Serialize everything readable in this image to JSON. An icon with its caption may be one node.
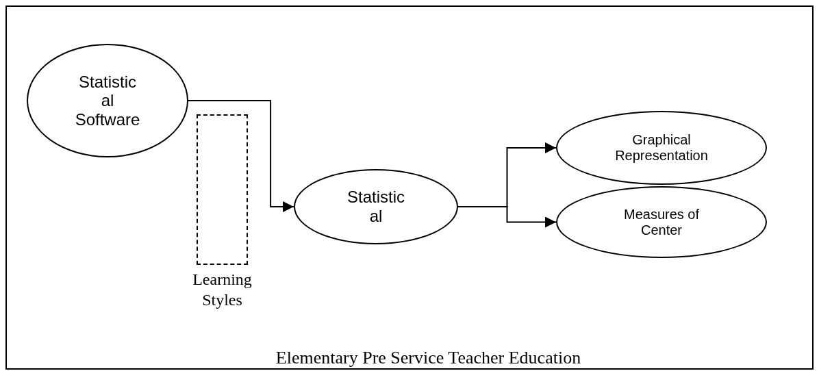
{
  "diagram": {
    "nodes": [
      {
        "text": [
          "Elementary Pre Service Teacher Education"
        ]
      },
      {
        "text": [
          "Statistic al Software"
        ],
        "in": 0
      },
      {
        "text": [],
        "shape": "box",
        "beside": [
          "Learning Styles"
        ],
        "in": 0
      },
      {
        "text": [
          "Statistic al"
        ],
        "in": 0
      },
      {
        "text": [
          "Graphical Representation"
        ],
        "in": 0
      },
      {
        "text": [
          "Measures of Center"
        ],
        "in": 0
      }
    ],
    "edges": [
      {
        "from": 1,
        "to": 3,
        "arrow": "to"
      },
      {
        "from": 3,
        "to": 4,
        "arrow": "to"
      },
      {
        "from": 3,
        "to": 5,
        "arrow": "to"
      }
    ]
  }
}
